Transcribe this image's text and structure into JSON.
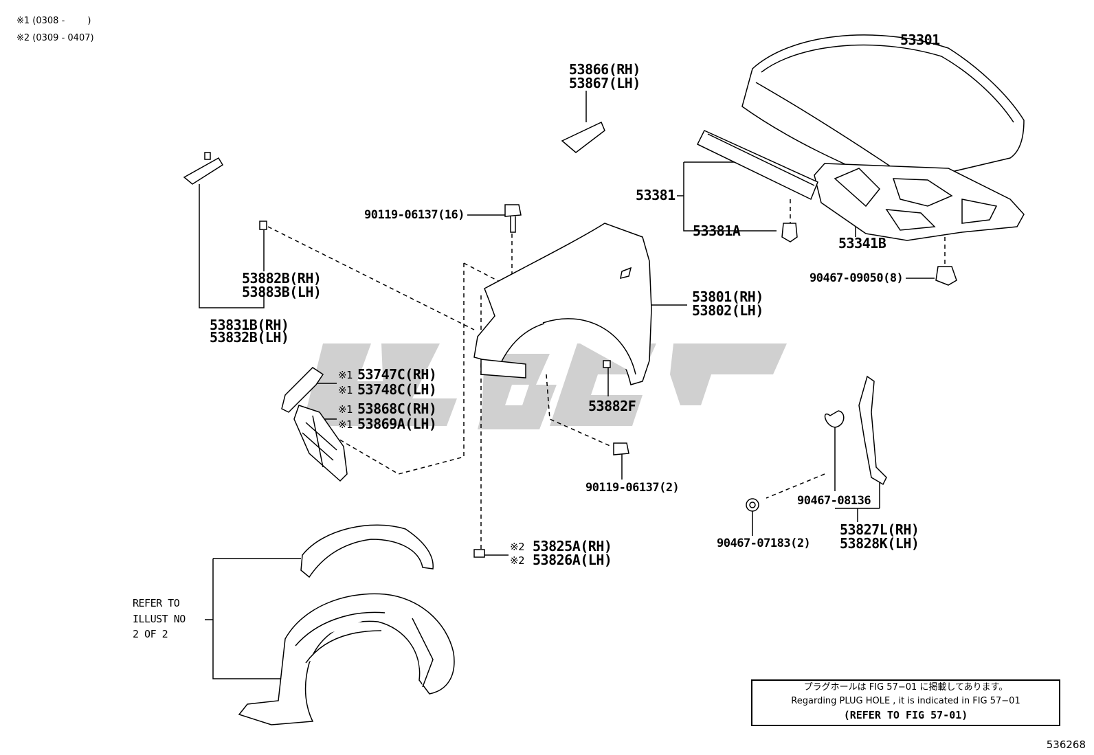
{
  "legend": [
    "※1 (0308 -        )",
    "※2 (0309 - 0407)"
  ],
  "labels": {
    "hood": "53301",
    "hood_insulator": "53341B",
    "hood_seal_group": "53381",
    "hood_seal_clip": "53381A",
    "hood_clip": "90467-09050(8)",
    "fender_mark_rh": "53866(RH)",
    "fender_mark_lh": "53867(LH)",
    "bolt_16": "90119-06137(16)",
    "fender_rh": "53801(RH)",
    "fender_lh": "53802(LH)",
    "fender_clip_f": "53882F",
    "bolt_2": "90119-06137(2)",
    "bracket_b_rh": "53882B(RH)",
    "bracket_b_lh": "53883B(LH)",
    "panel_b_rh": "53831B(RH)",
    "panel_b_lh": "53832B(LH)",
    "bracket_c_rh": "53747C(RH)",
    "bracket_c_lh": "53748C(LH)",
    "seal_c_rh": "53868C(RH)",
    "seal_a_lh": "53869A(LH)",
    "mark1": "※1",
    "mark2": "※2",
    "liner_a_rh": "53825A(RH)",
    "liner_a_lh": "53826A(LH)",
    "refer_line1": "REFER TO",
    "refer_line2": "ILLUST NO",
    "refer_line3": "2 OF 2",
    "clip_08136": "90467-08136",
    "clip_07183": "90467-07183(2)",
    "seal_l_rh": "53827L(RH)",
    "seal_k_lh": "53828K(LH)"
  },
  "note": {
    "line1": "プラグホールは FIG 57−01 に掲載してあります。",
    "line2": "Regarding  PLUG  HOLE , it is indicated  in  FIG  57−01",
    "line3": "(REFER TO FIG 57-01)"
  },
  "figure_number": "536268"
}
